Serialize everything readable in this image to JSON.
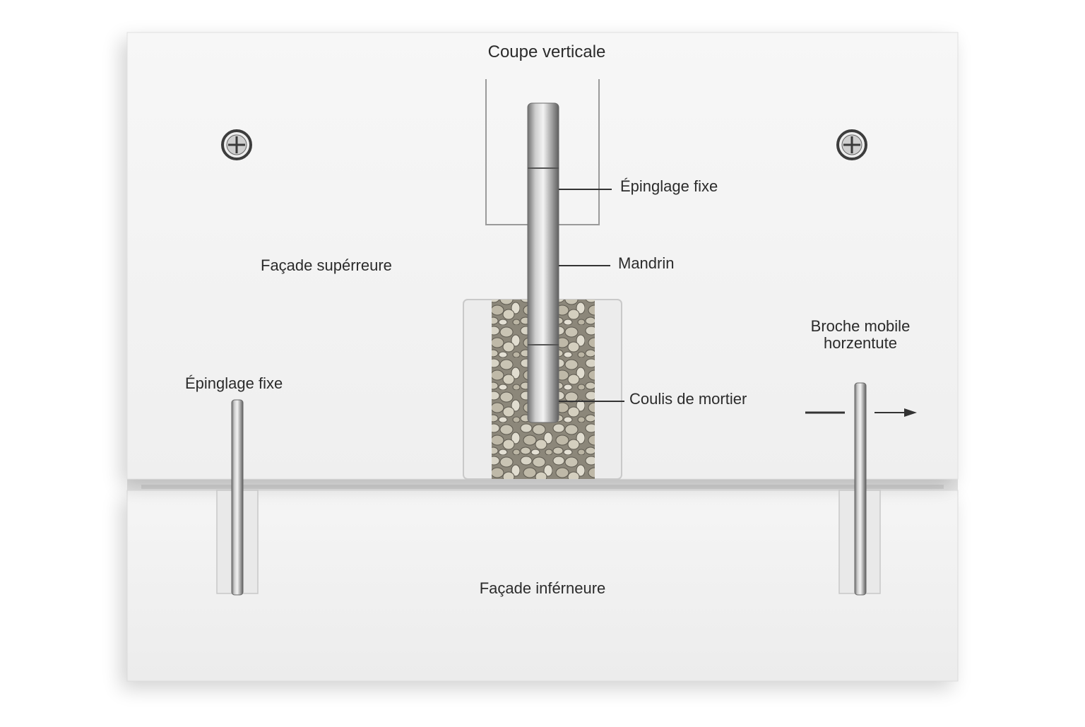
{
  "diagram": {
    "title": "Coupe verticale",
    "upper_panel_label": "Façade supérreure",
    "lower_panel_label": "Façade inférneure",
    "callouts": {
      "fixed_pin_top": "Épinglage fixe",
      "mandrel": "Mandrin",
      "grout": "Coulis de mortier",
      "fixed_pin_left": "Épinglage fixe",
      "mobile_pin_right": "Broche mobile\nhorzentute"
    },
    "icons": {
      "left_screw": "screw-head-icon",
      "right_screw": "screw-head-icon",
      "movement_arrow": "arrow-right-icon"
    },
    "colors": {
      "panel": "#f4f4f4",
      "panel_edge": "#d9d9d9",
      "steel": "#9a9a9a",
      "grout": "#b8b5a8"
    }
  }
}
